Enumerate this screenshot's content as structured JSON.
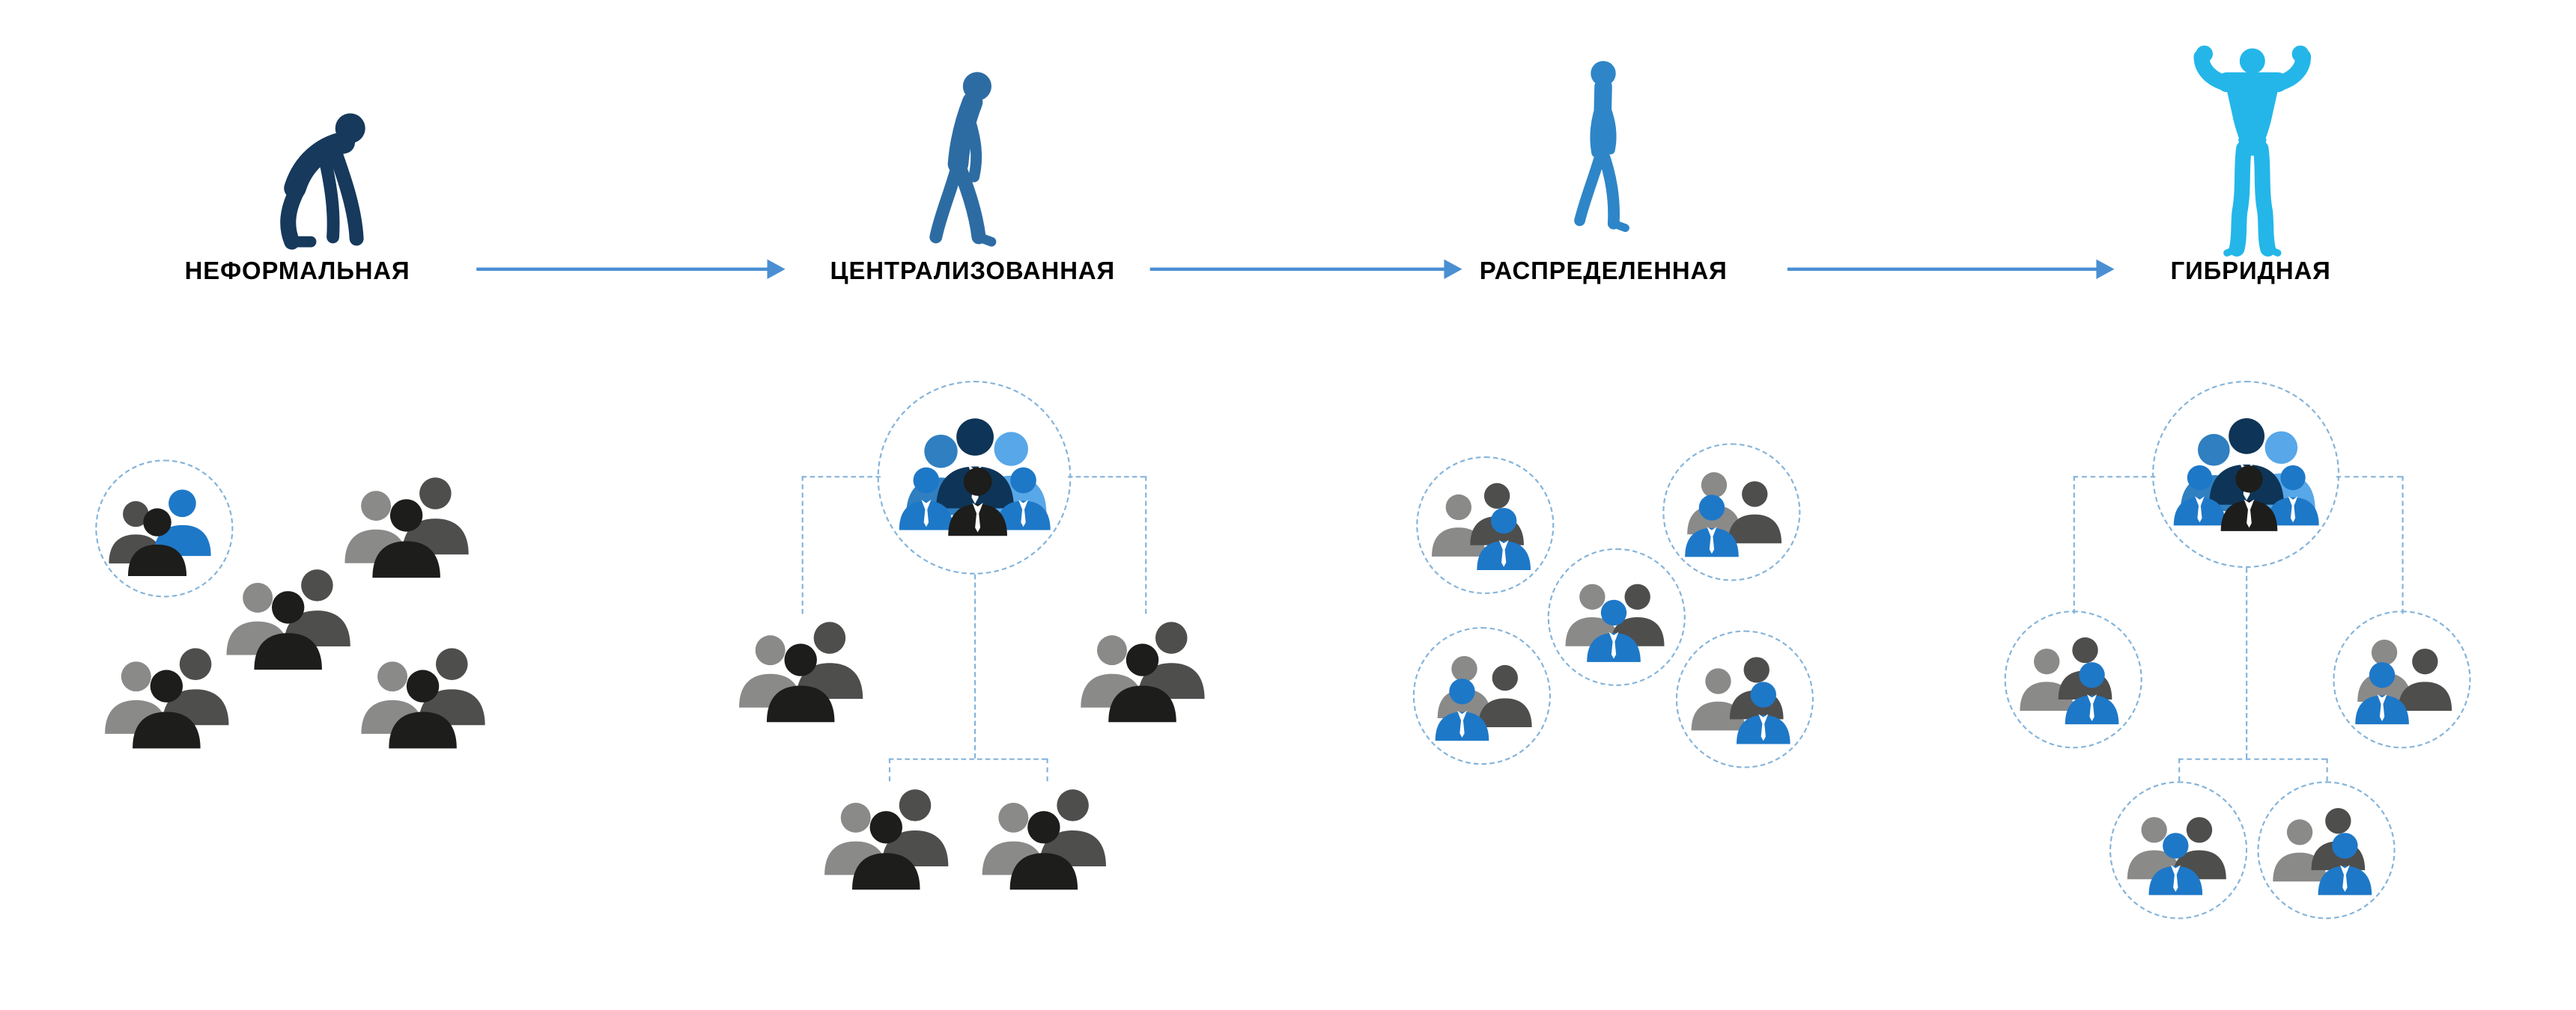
{
  "stages": [
    {
      "id": "informal",
      "label": "НЕФОРМАЛЬНАЯ",
      "icon": "ape-icon"
    },
    {
      "id": "centralized",
      "label": "ЦЕНТРАЛИЗОВАННАЯ",
      "icon": "stooped-human-icon"
    },
    {
      "id": "distributed",
      "label": "РАСПРЕДЕЛЕННАЯ",
      "icon": "walking-human-icon"
    },
    {
      "id": "hybrid",
      "label": "ГИБРИДНАЯ",
      "icon": "flexing-human-icon"
    }
  ],
  "colors": {
    "ape": "#16395c",
    "stooped": "#2d6ca3",
    "walker": "#2e86c8",
    "flexer": "#24b6e9",
    "arrow": "#4a8fd3",
    "dash": "#85b4da",
    "ink": "#1d1d1b",
    "gray-dark": "#4e4e4d",
    "gray-light": "#8a8a89",
    "blue": "#1e78c8",
    "blue-mid": "#2f7fc1",
    "blue-light": "#58a7e8",
    "leader-navy": "#0e3557"
  }
}
